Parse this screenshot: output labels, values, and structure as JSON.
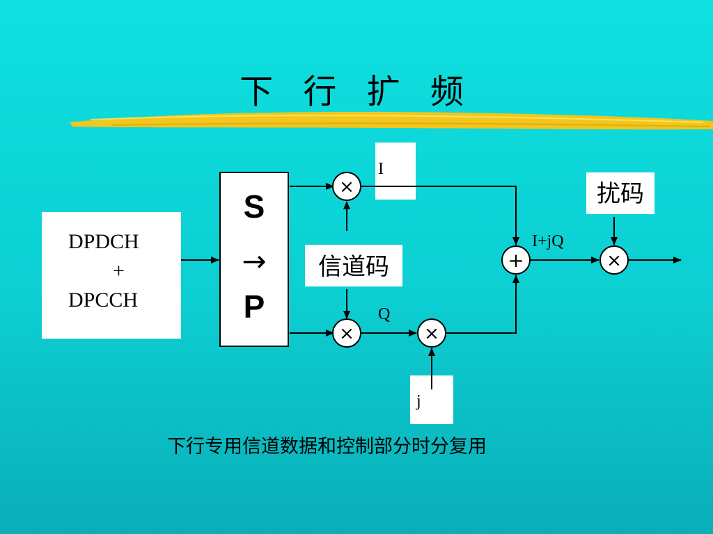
{
  "title": "下 行 扩 频",
  "caption": "下行专用信道数据和控制部分时分复用",
  "diagram": {
    "input_block": {
      "line1": "DPDCH",
      "line2": "+",
      "line3": "DPCCH"
    },
    "sp_block": {
      "top": "S",
      "arrow": "→",
      "bottom": "P"
    },
    "channel_code_label": "信道码",
    "scrambling_code_label": "扰码",
    "i_label": "I",
    "q_label": "Q",
    "j_label": "j",
    "iq_label": "I+jQ",
    "multiplier_symbol": "×",
    "adder_symbol": "+"
  }
}
